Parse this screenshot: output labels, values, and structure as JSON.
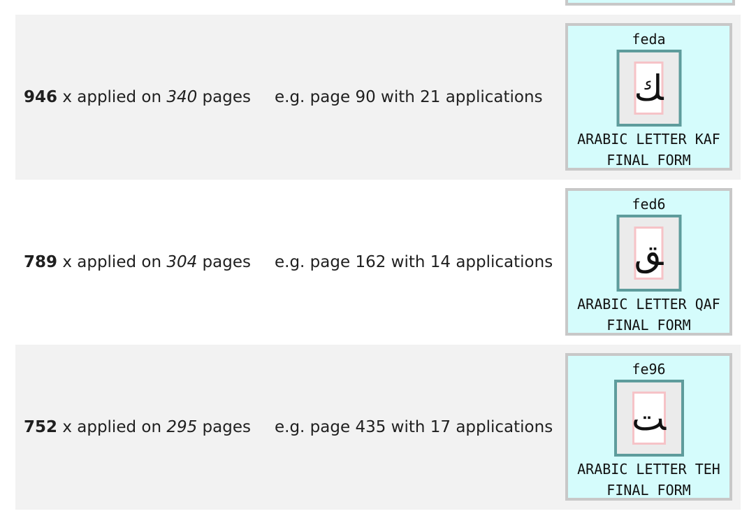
{
  "rows": [
    {
      "count": "946",
      "applied_text": " x applied on ",
      "pages": "340",
      "pages_suffix": " pages",
      "example": "e.g. page 90 with 21 applications",
      "code": "feda",
      "glyph": "ﻚ",
      "name_line1": "ARABIC LETTER KAF",
      "name_line2": "FINAL FORM"
    },
    {
      "count": "789",
      "applied_text": " x applied on ",
      "pages": "304",
      "pages_suffix": " pages",
      "example": "e.g. page 162 with 14 applications",
      "code": "fed6",
      "glyph": "ﻖ",
      "name_line1": "ARABIC LETTER QAF",
      "name_line2": "FINAL FORM"
    },
    {
      "count": "752",
      "applied_text": " x applied on ",
      "pages": "295",
      "pages_suffix": " pages",
      "example": "e.g. page 435 with 17 applications",
      "code": "fe96",
      "glyph": "ﺖ",
      "name_line1": "ARABIC LETTER TEH",
      "name_line2": "FINAL FORM"
    }
  ]
}
